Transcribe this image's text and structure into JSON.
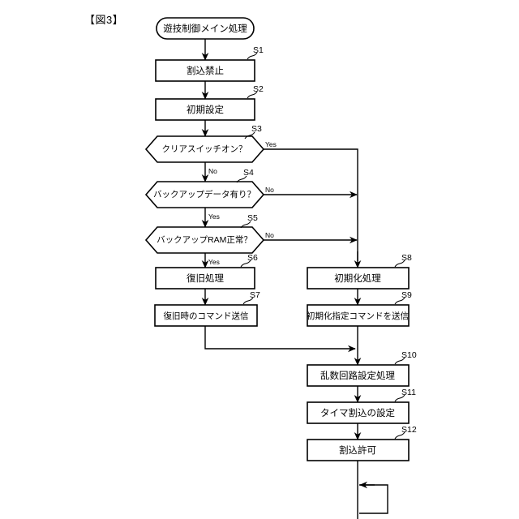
{
  "figure": {
    "label": "【図3】"
  },
  "diagram": {
    "type": "flowchart",
    "title": "遊技制御メイン処理",
    "start": {
      "id": "start",
      "shape": "terminator",
      "text": "遊技制御メイン処理"
    },
    "nodes": [
      {
        "id": "S1",
        "shape": "process",
        "step": "S1",
        "text": "割込禁止"
      },
      {
        "id": "S2",
        "shape": "process",
        "step": "S2",
        "text": "初期設定"
      },
      {
        "id": "S3",
        "shape": "decision",
        "step": "S3",
        "text": "クリアスイッチオン？"
      },
      {
        "id": "S4",
        "shape": "decision",
        "step": "S4",
        "text": "バックアップデータ有り？"
      },
      {
        "id": "S5",
        "shape": "decision",
        "step": "S5",
        "text": "バックアップRAM正常？"
      },
      {
        "id": "S6",
        "shape": "process",
        "step": "S6",
        "text": "復旧処理"
      },
      {
        "id": "S7",
        "shape": "process",
        "step": "S7",
        "text": "復旧時のコマンド送信"
      },
      {
        "id": "S8",
        "shape": "process",
        "step": "S8",
        "text": "初期化処理"
      },
      {
        "id": "S9",
        "shape": "process",
        "step": "S9",
        "text": "初期化指定コマンドを送信"
      },
      {
        "id": "S10",
        "shape": "process",
        "step": "S10",
        "text": "乱数回路設定処理"
      },
      {
        "id": "S11",
        "shape": "process",
        "step": "S11",
        "text": "タイマ割込の設定"
      },
      {
        "id": "S12",
        "shape": "process",
        "step": "S12",
        "text": "割込許可"
      }
    ],
    "branch_labels": {
      "s3_yes": "Yes",
      "s3_no": "No",
      "s4_no": "No",
      "s4_yes": "Yes",
      "s5_no": "No",
      "s5_yes": "Yes"
    },
    "edges": [
      {
        "from": "start",
        "to": "S1",
        "label": ""
      },
      {
        "from": "S1",
        "to": "S2",
        "label": ""
      },
      {
        "from": "S2",
        "to": "S3",
        "label": ""
      },
      {
        "from": "S3",
        "to": "S4",
        "label": "No"
      },
      {
        "from": "S3",
        "to": "S8",
        "label": "Yes"
      },
      {
        "from": "S4",
        "to": "S5",
        "label": "Yes"
      },
      {
        "from": "S4",
        "to": "S8",
        "label": "No"
      },
      {
        "from": "S5",
        "to": "S6",
        "label": "Yes"
      },
      {
        "from": "S5",
        "to": "S8",
        "label": "No"
      },
      {
        "from": "S6",
        "to": "S7",
        "label": ""
      },
      {
        "from": "S7",
        "to": "S10",
        "label": ""
      },
      {
        "from": "S8",
        "to": "S9",
        "label": ""
      },
      {
        "from": "S9",
        "to": "S10",
        "label": ""
      },
      {
        "from": "S10",
        "to": "S11",
        "label": ""
      },
      {
        "from": "S11",
        "to": "S12",
        "label": ""
      },
      {
        "from": "S12",
        "to": "loop",
        "label": ""
      }
    ],
    "loop": {
      "id": "loop",
      "description": "infinite-loop-back"
    },
    "colors": {
      "stroke": "#000000",
      "fill": "#ffffff",
      "background": "#ffffff",
      "text": "#000000"
    }
  }
}
